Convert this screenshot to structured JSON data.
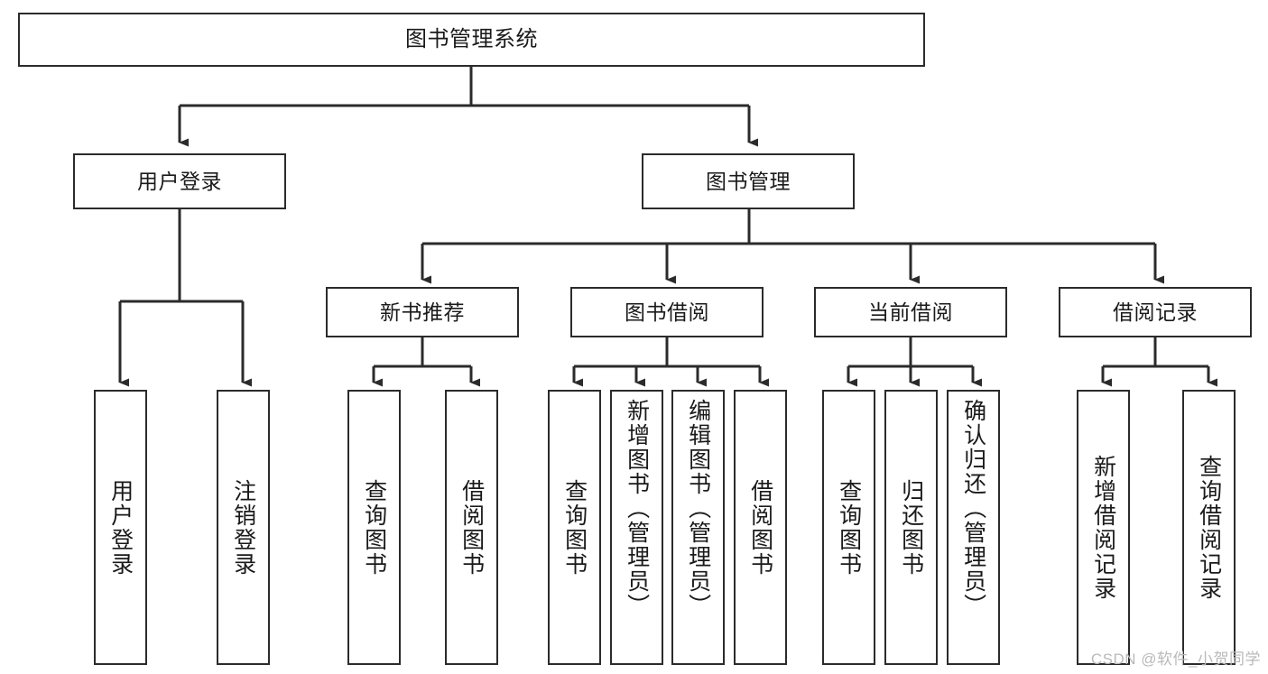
{
  "diagram": {
    "title": "图书管理系统",
    "type": "tree-structure-chart",
    "colors": {
      "box_border": "#2b2b2b",
      "box_fill": "#ffffff",
      "edge": "#2b2b2b",
      "text": "#1a1a1a",
      "watermark": "#b9b9b9",
      "background": "#ffffff"
    },
    "watermark": "CSDN @软件_小贺同学"
  },
  "nodes": {
    "root": {
      "label": "图书管理系统"
    },
    "level2": [
      {
        "label": "用户登录"
      },
      {
        "label": "图书管理"
      }
    ],
    "level3": [
      {
        "label": "新书推荐"
      },
      {
        "label": "图书借阅"
      },
      {
        "label": "当前借阅"
      },
      {
        "label": "借阅记录"
      }
    ],
    "leaves": {
      "user_login": [
        {
          "label": "用户登录"
        },
        {
          "label": "注销登录"
        }
      ],
      "new_book_recommend": [
        {
          "label": "查询图书"
        },
        {
          "label": "借阅图书"
        }
      ],
      "book_borrow": [
        {
          "label": "查询图书"
        },
        {
          "label": "新增图书（管理员）"
        },
        {
          "label": "编辑图书（管理员）"
        },
        {
          "label": "借阅图书"
        }
      ],
      "current_borrow": [
        {
          "label": "查询图书"
        },
        {
          "label": "归还图书"
        },
        {
          "label": "确认归还（管理员）"
        }
      ],
      "borrow_record": [
        {
          "label": "新增借阅记录"
        },
        {
          "label": "查询借阅记录"
        }
      ]
    }
  }
}
